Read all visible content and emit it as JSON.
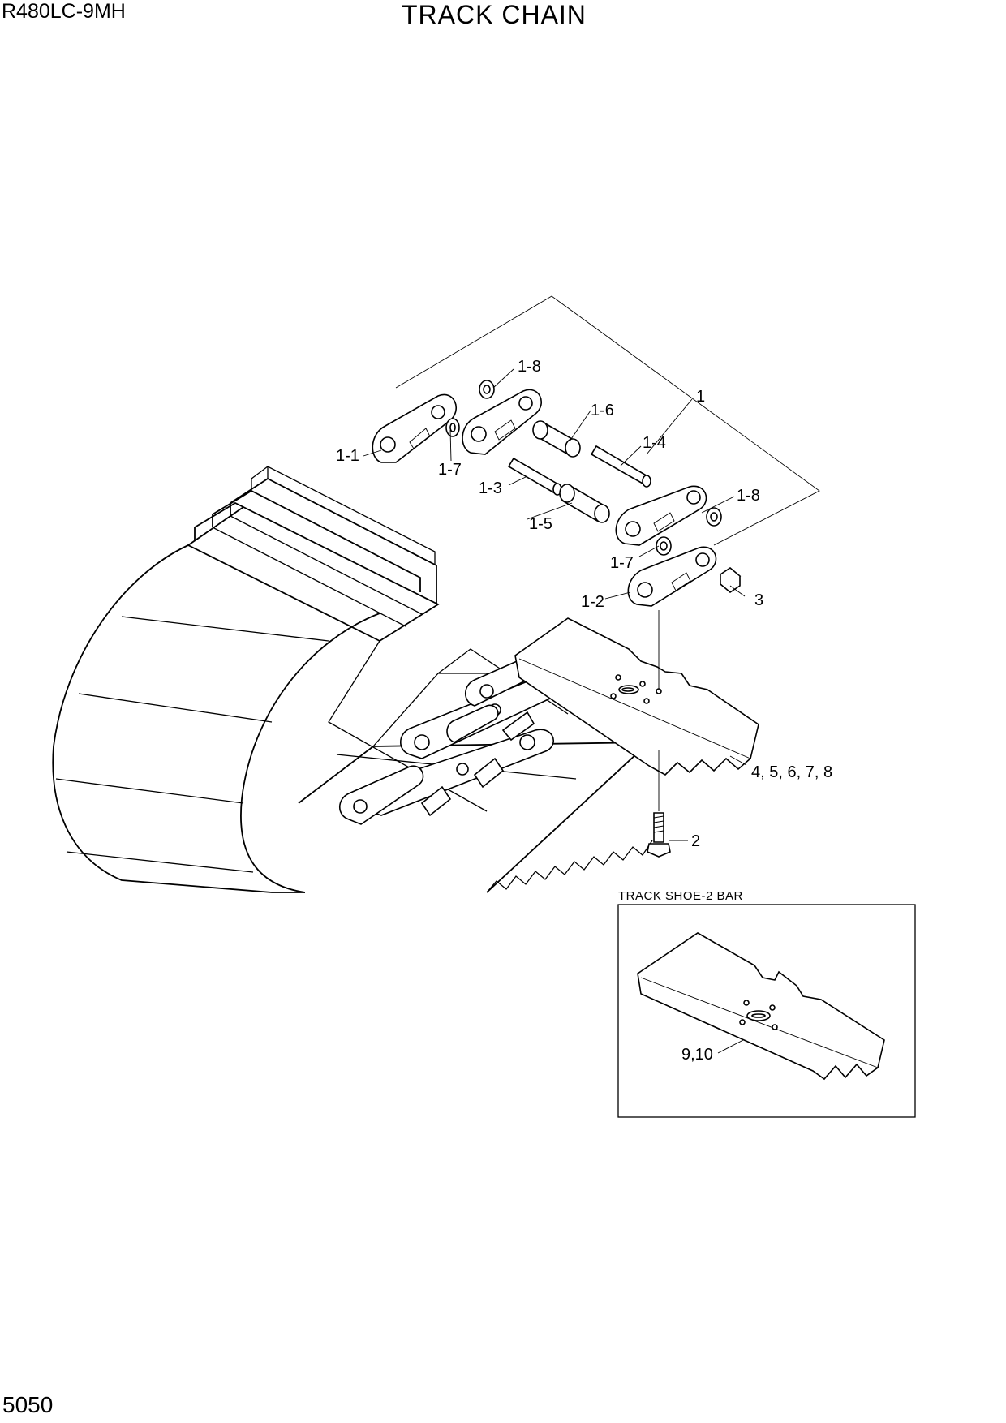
{
  "header": {
    "model": "R480LC-9MH",
    "title": "TRACK CHAIN"
  },
  "footer": {
    "page_number": "5050"
  },
  "callouts": {
    "c1_8a": "1-8",
    "c1": "1",
    "c1_6": "1-6",
    "c1_4": "1-4",
    "c1_1": "1-1",
    "c1_7a": "1-7",
    "c1_3": "1-3",
    "c1_8b": "1-8",
    "c1_5": "1-5",
    "c1_7b": "1-7",
    "c1_2": "1-2",
    "c3": "3",
    "c4_8": "4, 5, 6, 7, 8",
    "c2": "2"
  },
  "inset": {
    "title": "TRACK SHOE-2 BAR",
    "callout": "9,10"
  }
}
